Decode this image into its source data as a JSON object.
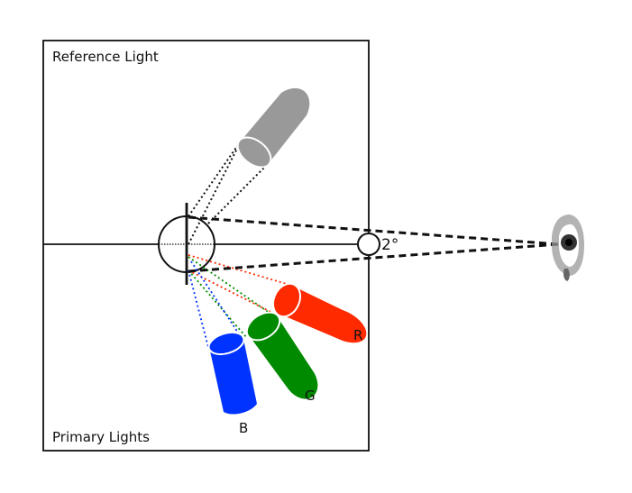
{
  "diagram": {
    "title_top": "Reference Light",
    "title_bottom": "Primary Lights",
    "angle_label": "2°",
    "primaries": [
      {
        "key": "R",
        "label": "R",
        "color": "#ff2a00"
      },
      {
        "key": "G",
        "label": "G",
        "color": "#008a00"
      },
      {
        "key": "B",
        "label": "B",
        "color": "#0033ff"
      }
    ],
    "reference_color": "#999999",
    "observer_icon": "eye-icon"
  }
}
